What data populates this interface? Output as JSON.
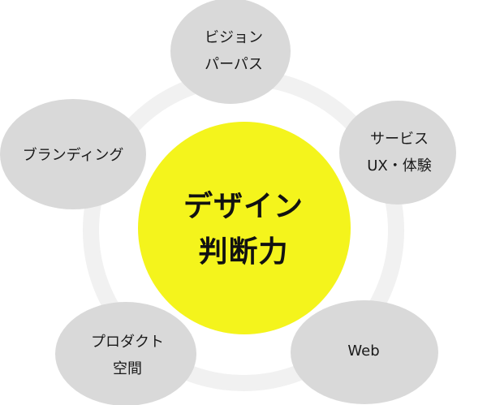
{
  "colors": {
    "ring": "#f1f1f1",
    "node_fill": "#d9d9d9",
    "center_fill": "#f4f41c",
    "text": "#1a1a1a"
  },
  "center": {
    "line1": "デザイン",
    "line2": "判断力"
  },
  "nodes": {
    "vision": {
      "line1": "ビジョン",
      "line2": "パーパス"
    },
    "service": {
      "line1": "サービス",
      "line2": "UX・体験"
    },
    "web": {
      "line1": "Web"
    },
    "product": {
      "line1": "プロダクト",
      "line2": "空間"
    },
    "branding": {
      "line1": "ブランディング"
    }
  }
}
